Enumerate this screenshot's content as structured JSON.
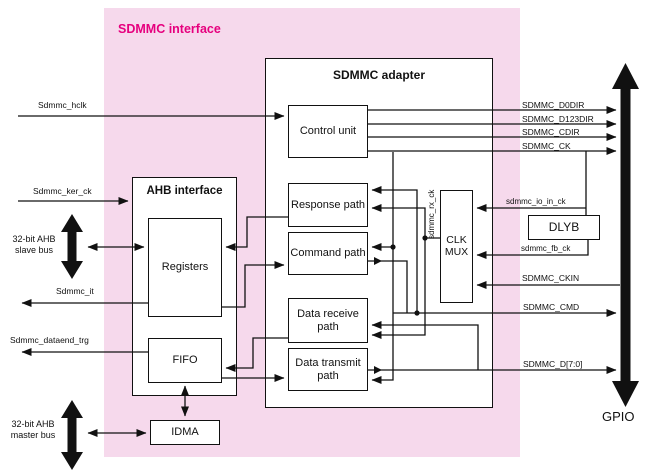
{
  "region": {
    "title": "SDMMC interface"
  },
  "adapter": {
    "title": "SDMMC adapter"
  },
  "ahb": {
    "title": "AHB interface"
  },
  "blocks": {
    "control_unit": "Control unit",
    "response_path": "Response path",
    "command_path": "Command path",
    "data_receive_path": "Data receive path",
    "data_transmit_path": "Data transmit path",
    "clk_mux": "CLK MUX",
    "dlyb": "DLYB",
    "registers": "Registers",
    "fifo": "FIFO",
    "idma": "IDMA"
  },
  "signals": {
    "hclk": "Sdmmc_hclk",
    "ker_ck": "Sdmmc_ker_ck",
    "it": "Sdmmc_it",
    "dataend_trg": "Sdmmc_dataend_trg",
    "slave_bus_line1": "32-bit AHB",
    "slave_bus_line2": "slave bus",
    "master_bus_line1": "32-bit AHB",
    "master_bus_line2": "master bus",
    "d0dir": "SDMMC_D0DIR",
    "d123dir": "SDMMC_D123DIR",
    "cdir": "SDMMC_CDIR",
    "ck": "SDMMC_CK",
    "io_in_ck": "sdmmc_io_in_ck",
    "fb_ck": "sdmmc_fb_ck",
    "ckin": "SDMMC_CKIN",
    "cmd": "SDMMC_CMD",
    "d70": "SDMMC_D[7:0]",
    "rx_ck": "sdmmc_rx_ck",
    "gpio": "GPIO"
  },
  "colors": {
    "region_bg": "#f6d9ec",
    "region_title": "#e6007e",
    "line": "#111111"
  }
}
